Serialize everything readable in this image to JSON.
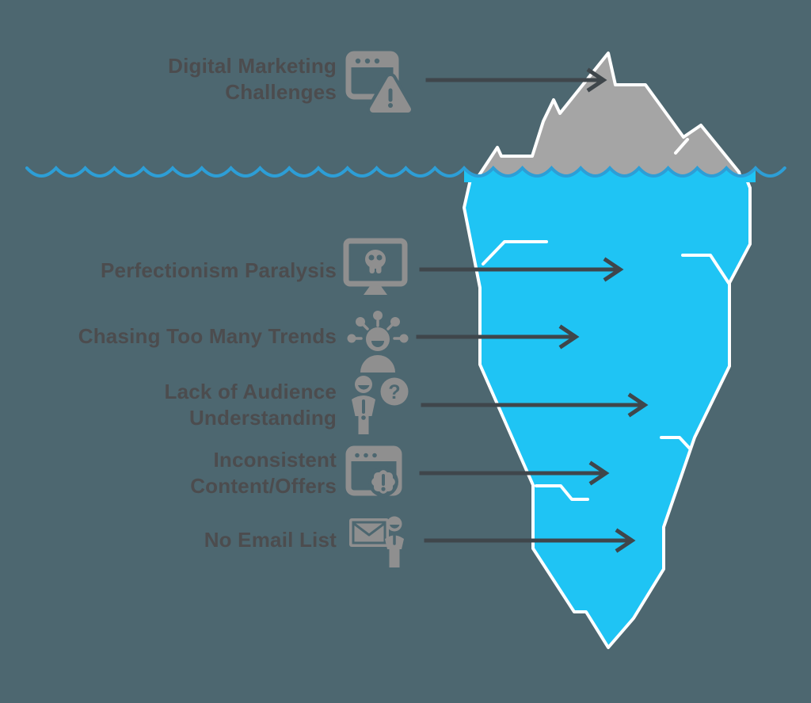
{
  "page": {
    "background_color": "#4D6770"
  },
  "iceberg": {
    "above_water_color": "#A5A5A5",
    "below_water_color": "#1FC4F4",
    "waterline_color": "#2D9ED6",
    "outline_color": "#FFFFFF"
  },
  "style": {
    "text_color": "#4C4C4E",
    "icon_color": "#8F8F8F",
    "arrow_color": "#3F464B"
  },
  "labels": [
    {
      "id": "digital-marketing-challenges",
      "lines": [
        "Digital Marketing",
        "Challenges"
      ],
      "icon": "browser-alert-icon"
    },
    {
      "id": "perfectionism-paralysis",
      "lines": [
        "Perfectionism Paralysis"
      ],
      "icon": "monitor-skull-icon"
    },
    {
      "id": "chasing-too-many-trends",
      "lines": [
        "Chasing Too Many Trends"
      ],
      "icon": "overwhelmed-person-icon"
    },
    {
      "id": "lack-of-audience-understanding",
      "lines": [
        "Lack of Audience",
        "Understanding"
      ],
      "icon": "person-question-icon"
    },
    {
      "id": "inconsistent-content-offers",
      "lines": [
        "Inconsistent",
        "Content/Offers"
      ],
      "icon": "browser-gear-icon"
    },
    {
      "id": "no-email-list",
      "lines": [
        "No Email List"
      ],
      "icon": "email-person-icon"
    }
  ]
}
